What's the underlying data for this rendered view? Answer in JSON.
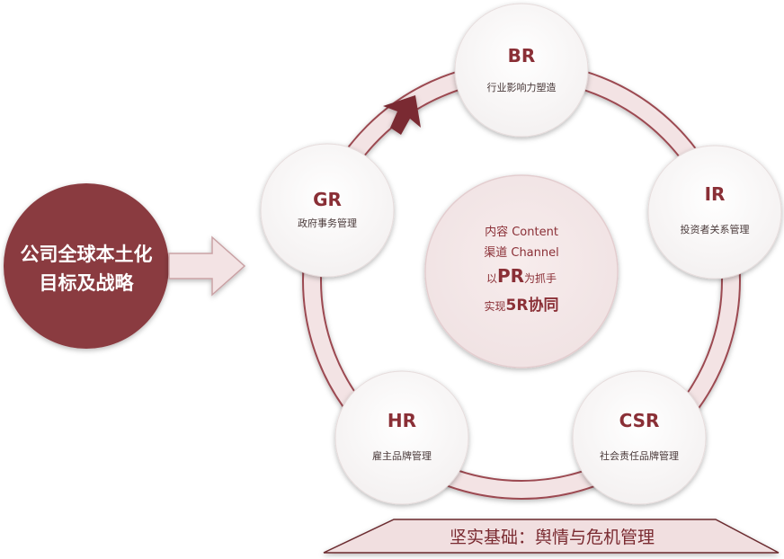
{
  "goal": {
    "line1": "公司全球本土化",
    "line2": "目标及战略"
  },
  "center": {
    "line1": "内容 Content",
    "line2": "渠道 Channel",
    "line3_prefix": "以",
    "line3_highlight": "PR",
    "line3_suffix": "为抓手",
    "line4_prefix": "实现",
    "line4_highlight": "5R",
    "line4_suffix": "协同"
  },
  "nodes": {
    "br": {
      "title": "BR",
      "subtitle": "行业影响力塑造"
    },
    "ir": {
      "title": "IR",
      "subtitle": "投资者关系管理"
    },
    "csr": {
      "title": "CSR",
      "subtitle": "社会责任品牌管理"
    },
    "hr": {
      "title": "HR",
      "subtitle": "雇主品牌管理"
    },
    "gr": {
      "title": "GR",
      "subtitle": "政府事务管理"
    }
  },
  "base": {
    "label": "坚实基础：舆情与危机管理"
  },
  "colors": {
    "accent": "#8a2f36",
    "ring_fill": "#f3e3e4",
    "ring_stroke": "#9c4a51",
    "arrow_fill": "#f3e3e4",
    "base_fill": "#f1dfe0"
  }
}
